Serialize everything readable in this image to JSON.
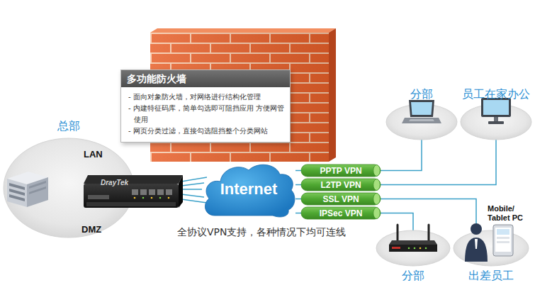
{
  "diagram": {
    "nodes": [
      {
        "text": [
          "总部"
        ]
      },
      {
        "text": [
          "LAN"
        ],
        "in": 0
      },
      {
        "text": [
          "DMZ"
        ],
        "in": 0
      },
      {
        "text": [
          "多功能防火墙",
          "- 面向对象防火墙，对网络进行结构化管理",
          "- 内建特征码库，简单勾选即可阻挡应用 方便网管使用",
          "- 网页分类过滤，直接勾选阻挡整个分类网站"
        ]
      },
      {
        "text": [
          "Internet"
        ]
      },
      {
        "text": [
          "PPTP VPN"
        ]
      },
      {
        "text": [
          "L2TP VPN"
        ]
      },
      {
        "text": [
          "SSL VPN"
        ]
      },
      {
        "text": [
          "IPSec VPN"
        ]
      },
      {
        "text": [
          "分部"
        ]
      },
      {
        "text": [
          "员工在家办公"
        ]
      },
      {
        "text": [
          "分部"
        ]
      },
      {
        "text": [
          "Mobile/ Tablet PC",
          "出差员工"
        ]
      }
    ],
    "edges": [
      {
        "from": 0,
        "to": 4,
        "arrow": "none"
      },
      {
        "from": 4,
        "to": 5,
        "arrow": "none"
      },
      {
        "from": 4,
        "to": 6,
        "arrow": "none"
      },
      {
        "from": 4,
        "to": 7,
        "arrow": "none"
      },
      {
        "from": 4,
        "to": 8,
        "arrow": "none"
      },
      {
        "from": 5,
        "to": 9,
        "arrow": "none"
      },
      {
        "from": 6,
        "to": 10,
        "arrow": "none"
      },
      {
        "from": 7,
        "to": 12,
        "arrow": "none"
      },
      {
        "from": 8,
        "to": 11,
        "arrow": "none"
      }
    ],
    "labels": [
      "全协议VPN支持，各种情况下均可连线",
      "DrayTek"
    ]
  }
}
